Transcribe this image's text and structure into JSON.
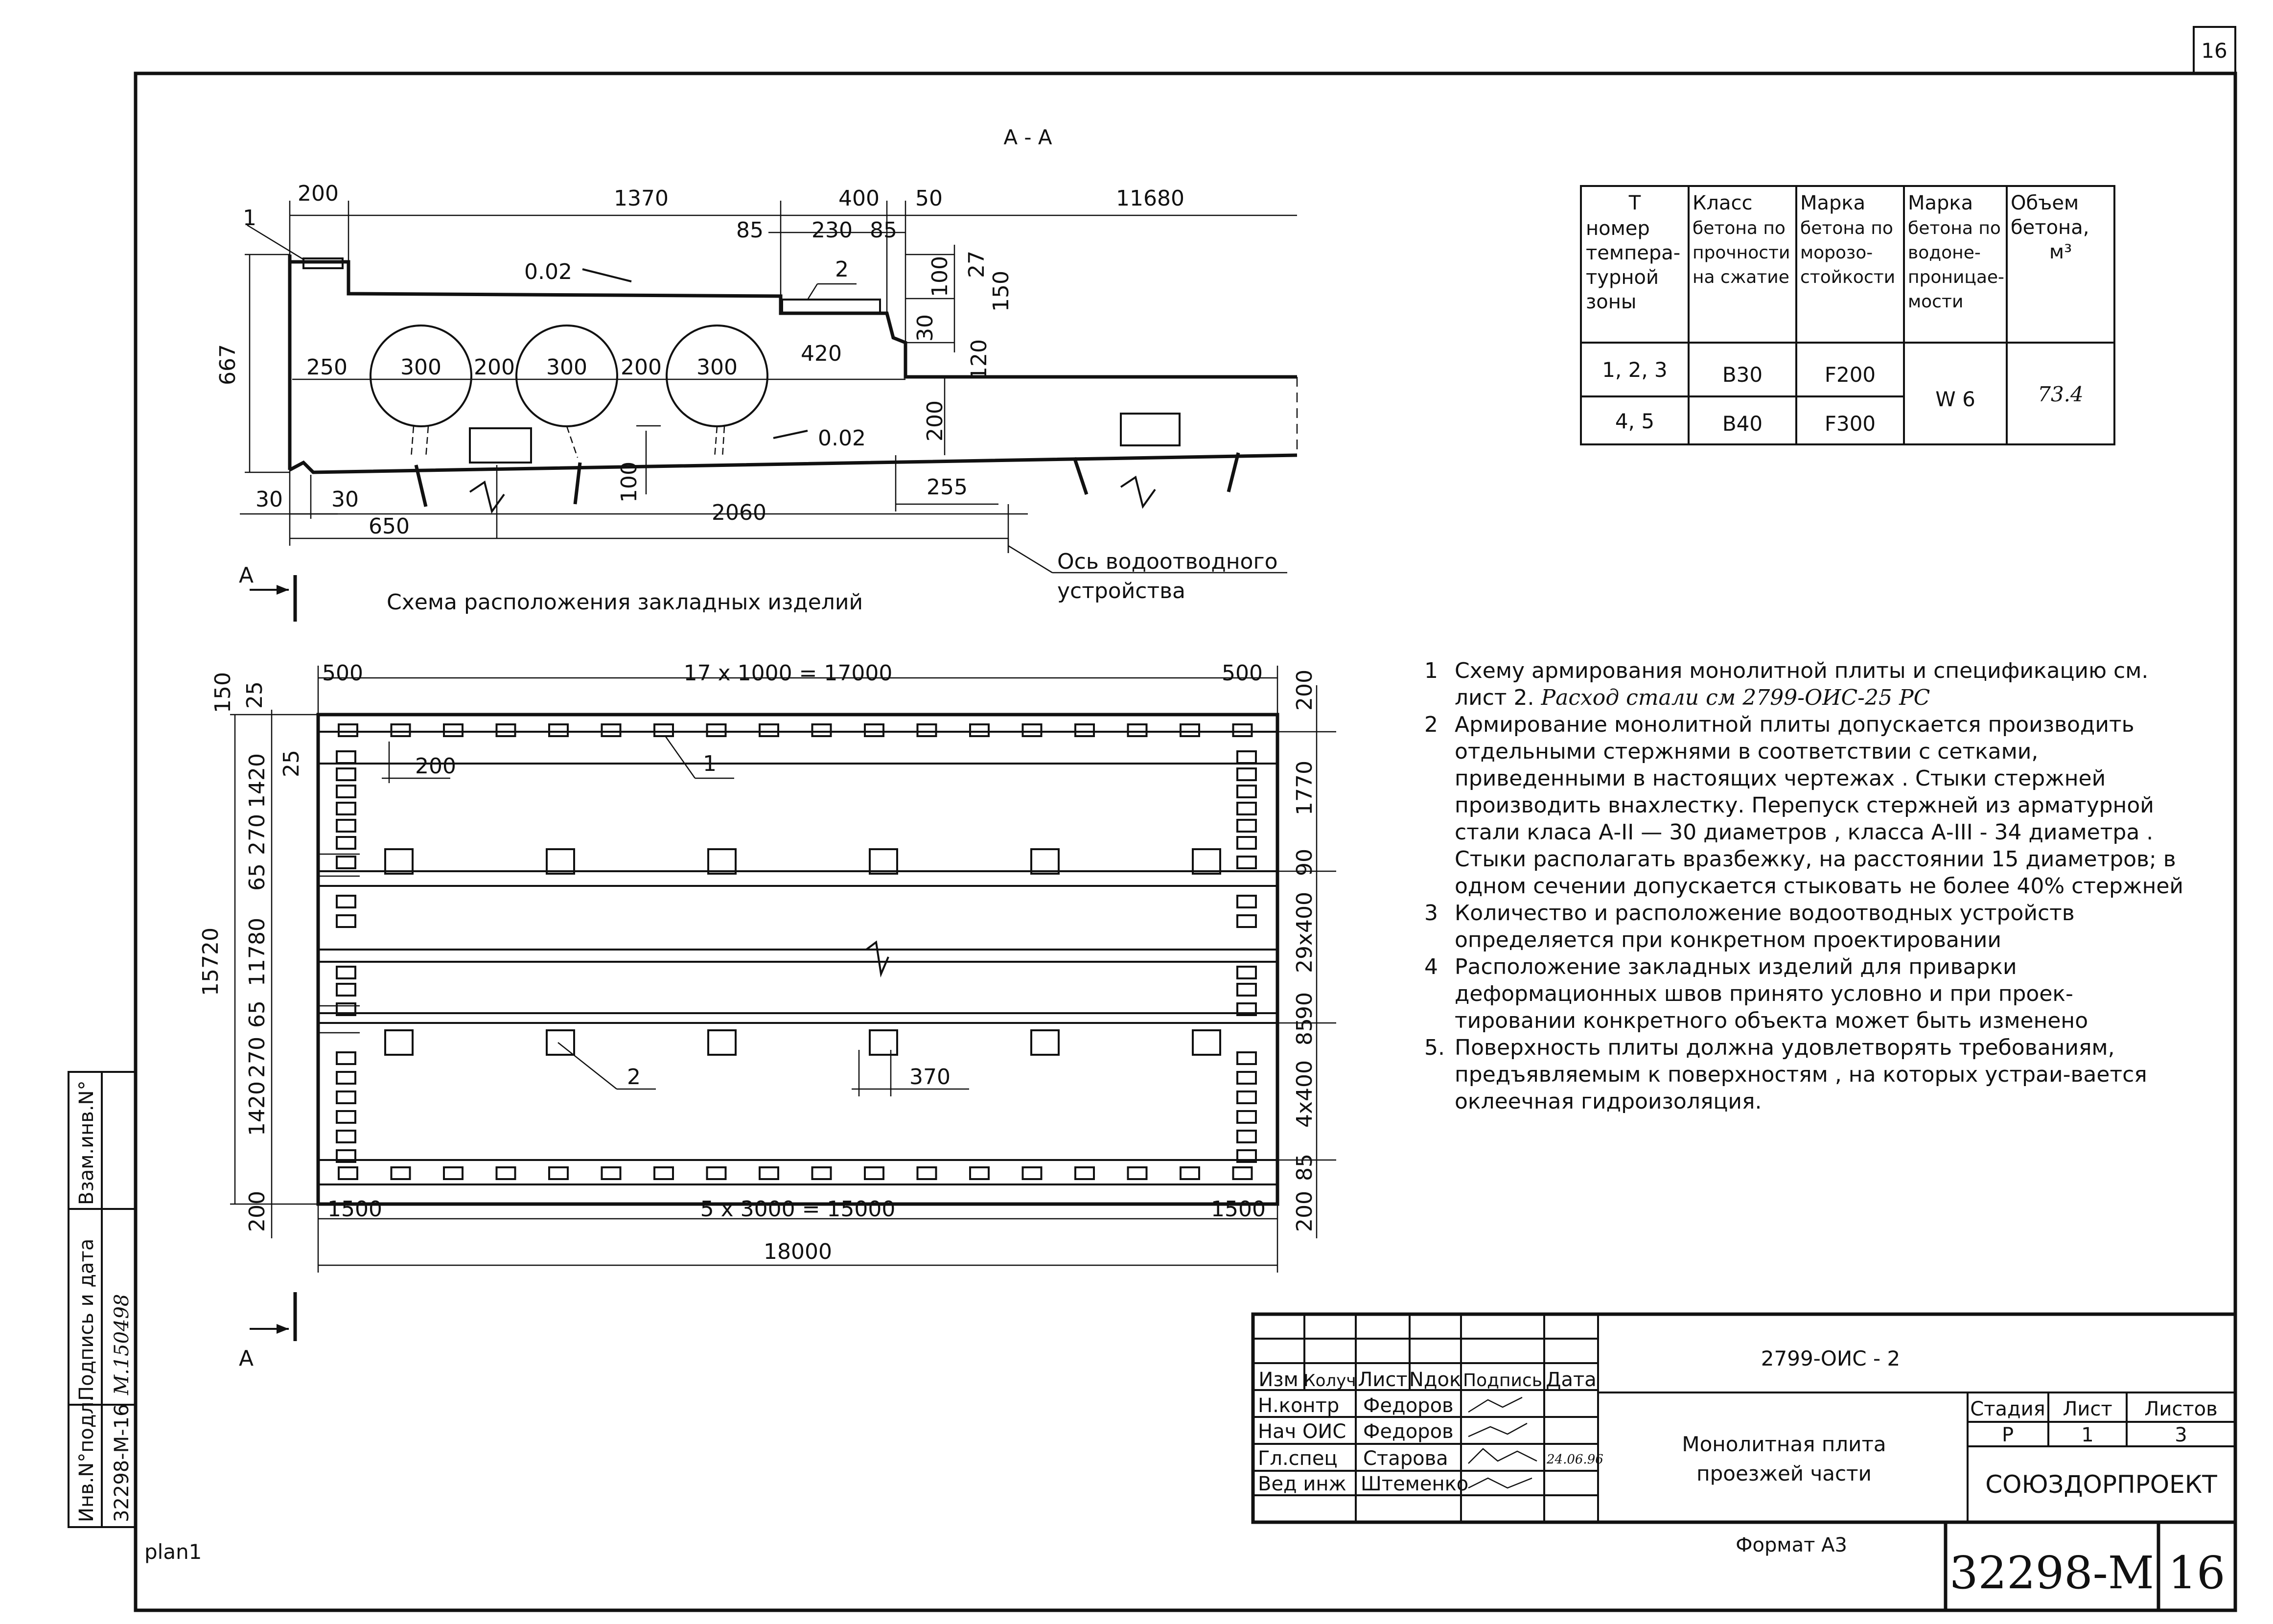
{
  "sheet_number_top": "16",
  "section_title": "А - А",
  "section_label": "А",
  "section_dims": {
    "d200": "200",
    "d1370": "1370",
    "d400": "400",
    "d50": "50",
    "d11680": "11680",
    "d85a": "85",
    "d230": "230",
    "d85b": "85",
    "d27": "27",
    "d100v": "100",
    "d150": "150",
    "d30v": "30",
    "d120": "120",
    "d667": "667",
    "d250": "250",
    "d300a": "300",
    "d200a": "200",
    "d300b": "300",
    "d200b": "200",
    "d300c": "300",
    "d420": "420",
    "d200v": "200",
    "d100b": "100",
    "d255": "255",
    "d30a": "30",
    "d30b": "30",
    "d650": "650",
    "d2060": "2060",
    "slope1": "0.02",
    "slope2": "0.02",
    "label1": "1",
    "label2": "2"
  },
  "section_caption": "Схема расположения закладных изделий",
  "drain_axis_line1": "Ось водоотводного",
  "drain_axis_line2": "устройства",
  "plan_dims": {
    "top500a": "500",
    "top_span": "17 x 1000 = 17000",
    "top500b": "500",
    "l150": "150",
    "l25a": "25",
    "l25b": "25",
    "l1420a": "1420",
    "l270a": "270",
    "l65a": "65",
    "l15720": "15720",
    "l11780": "11780",
    "l65b": "65",
    "l270b": "270",
    "l1420b": "1420",
    "l200": "200",
    "r200a": "200",
    "r1770": "1770",
    "r90a": "90",
    "r29x400": "29x400",
    "r90b": "90",
    "r85a": "85",
    "r4x400": "4x400",
    "r85b": "85",
    "r200b": "200",
    "in200": "200",
    "in370": "370",
    "lab1": "1",
    "lab2": "2",
    "b1500a": "1500",
    "b_span": "5 x 3000 = 15000",
    "b1500b": "1500",
    "b18000": "18000"
  },
  "table": {
    "headers": [
      [
        "Т",
        "номер",
        "темпера-",
        "турной",
        "зоны"
      ],
      [
        "Класс",
        "бетона по",
        "прочности",
        "на сжатие"
      ],
      [
        "Марка",
        "бетона по",
        "морозо-",
        "стойкости"
      ],
      [
        "Марка",
        "бетона по",
        "водоне-",
        "проницае-",
        "мости"
      ],
      [
        "Объем",
        "бетона,",
        "м³"
      ]
    ],
    "rows": [
      [
        "1, 2, 3",
        "В30",
        "F200"
      ],
      [
        "4, 5",
        "В40",
        "F300"
      ]
    ],
    "merged_w": "W 6",
    "merged_vol": "73.4"
  },
  "notes": [
    {
      "num": "1",
      "text": "Схему армирования монолитной плиты и спецификацию см. лист 2.",
      "hand": "Расход стали см 2799-ОИС-25 РС"
    },
    {
      "num": "2",
      "text": "Армирование монолитной плиты допускается производить отдельными стержнями в соответствии с сетками, приведенными в настоящих чертежах . Стыки стержней производить внахлестку. Перепуск стержней из арматурной стали класа А-II — 30 диаметров , класса А-III - 34 диаметра . Стыки располагать вразбежку, на расстоянии 15 диаметров; в одном сечении допускается стыковать не более 40% стержней"
    },
    {
      "num": "3",
      "text": "Количество и расположение водоотводных устройств определяется при конкретном проектировании"
    },
    {
      "num": "4",
      "text": "Расположение закладных изделий для приварки деформационных швов принято условно и при проек-тировании конкретного объекта может быть изменено"
    },
    {
      "num": "5.",
      "text": "Поверхность плиты должна удовлетворять требованиям, предъявляемым к поверхностям , на которых устраи-вается оклеечная гидроизоляция."
    }
  ],
  "side_stamp": {
    "inv": "Инв.N°подл.",
    "inv_val": "32298-М-16",
    "sign": "Подпись и дата",
    "sign_val": "М.150498",
    "vzam": "Взам.инв.N°"
  },
  "title_block": {
    "code": "2799-ОИС - 2",
    "col_heads": [
      "Изм",
      "Колуч",
      "Лист",
      "Nдок",
      "Подпись",
      "Дата"
    ],
    "people": [
      {
        "role": "Н.контр",
        "name": "Федоров"
      },
      {
        "role": "Нач ОИС",
        "name": "Федоров"
      },
      {
        "role": "Гл.спец",
        "name": "Старова",
        "date": "24.06.96"
      },
      {
        "role": "Вед инж",
        "name": "Штеменко"
      }
    ],
    "title_line1": "Монолитная плита",
    "title_line2": "проезжей части",
    "stage_head": "Стадия",
    "sheet_head": "Лист",
    "sheets_head": "Листов",
    "stage": "Р",
    "sheet": "1",
    "sheets": "3",
    "org": "СОЮЗДОРПРОЕКТ"
  },
  "bottom": {
    "plan_tag": "plan1",
    "format": "Формат А3",
    "doc_no": "32298-М",
    "page": "16"
  }
}
